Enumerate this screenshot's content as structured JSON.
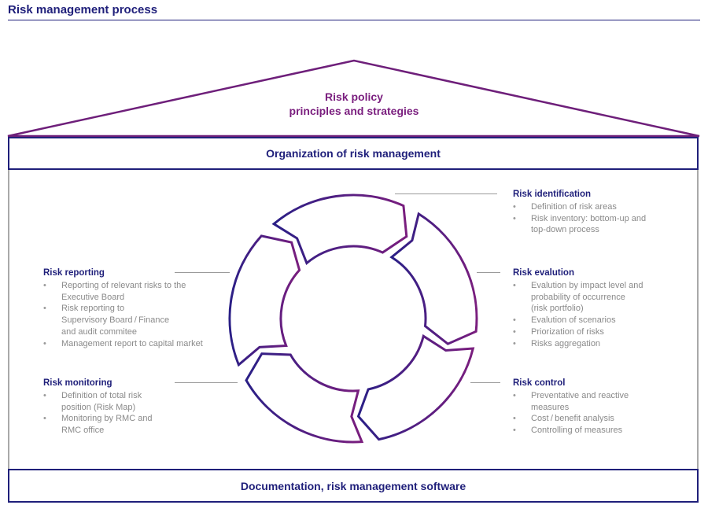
{
  "header": {
    "title": "Risk management process"
  },
  "roof": {
    "line1": "Risk policy",
    "line2": "principles and strategies"
  },
  "organization_band": "Organization of risk management",
  "documentation_band": "Documentation, risk management software",
  "colors": {
    "navy": "#1f1f7a",
    "purple": "#7a1e7e",
    "gray_text": "#8a8a8a",
    "gray_line": "#a9a9a9"
  },
  "blocks": {
    "identification": {
      "title": "Risk identification",
      "items": [
        "Definition of risk areas",
        "Risk inventory: bottom-up and\ntop-down process"
      ]
    },
    "evalution": {
      "title": "Risk evalution",
      "items": [
        "Evalution by impact level and\nprobability of occurrence\n(risk portfolio)",
        "Evalution of scenarios",
        "Priorization of risks",
        "Risks aggregation"
      ]
    },
    "control": {
      "title": "Risk control",
      "items": [
        "Preventative and reactive\nmeasures",
        "Cost / benefit analysis",
        "Controlling of measures"
      ]
    },
    "reporting": {
      "title": "Risk reporting",
      "items": [
        "Reporting of relevant risks to the\nExecutive Board",
        "Risk reporting to\nSupervisory Board / Finance\nand audit commitee",
        "Management report to capital market"
      ]
    },
    "monitoring": {
      "title": "Risk monitoring",
      "items": [
        "Definition of total risk\nposition (Risk Map)",
        "Monitoring by RMC and\nRMC office"
      ]
    }
  }
}
